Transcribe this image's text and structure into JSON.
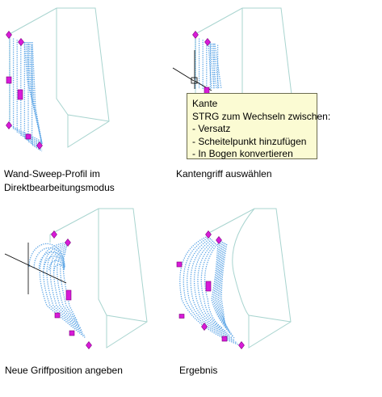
{
  "panels": [
    {
      "caption": "Wand-Sweep-Profil im\nDirektbearbeitungsmodus"
    },
    {
      "caption": "Kantengriff auswählen"
    },
    {
      "caption": "Neue Griffposition angeben"
    },
    {
      "caption": "Ergebnis"
    }
  ],
  "tooltip": {
    "title": "Kante",
    "subtitle": "STRG zum Wechseln zwischen:",
    "items": [
      "- Versatz",
      "- Scheitelpunkt hinzufügen",
      "- In Bogen konvertieren"
    ]
  },
  "colors": {
    "frame": "#a8d4cf",
    "hatch": "#5ea6e6",
    "grip": "#d81ad8",
    "grip_stroke": "#7a007a",
    "tooltip_bg": "#fbfbd3"
  }
}
